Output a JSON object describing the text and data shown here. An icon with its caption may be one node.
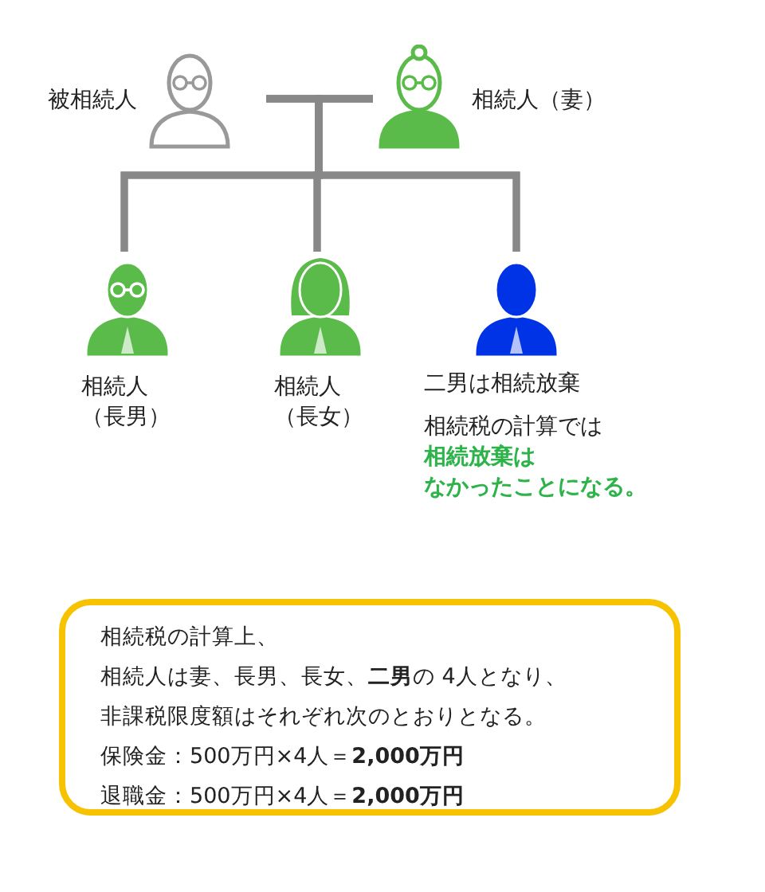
{
  "diagram": {
    "nodes": [
      {
        "text": [
          "被相続人"
        ]
      },
      {
        "text": [
          "相続人（妻）"
        ]
      },
      {
        "text": [
          "相続人（長男）"
        ]
      },
      {
        "text": [
          "相続人（長女）"
        ]
      },
      {
        "text": [
          "二男は相続放棄",
          "相続税の計算では",
          "相続放棄は",
          "なかったことになる。"
        ]
      },
      {
        "text": [
          "相続税の計算上、",
          "相続人は妻、長男、長女、**二男**の 4人となり、",
          "非課税限度額はそれぞれ次のとおりとなる。",
          "保険金：500万円×4人＝**2,000万円**",
          "退職金：500万円×4人＝**2,000万円**"
        ]
      }
    ],
    "edges": [
      {
        "from": 0,
        "to": 1,
        "arrow": "none"
      },
      {
        "from": 0,
        "to": 2,
        "arrow": "none"
      },
      {
        "from": 0,
        "to": 3,
        "arrow": "none"
      },
      {
        "from": 0,
        "to": 4,
        "arrow": "none"
      },
      {
        "from": 1,
        "to": 2,
        "arrow": "none"
      },
      {
        "from": 1,
        "to": 3,
        "arrow": "none"
      },
      {
        "from": 1,
        "to": 4,
        "arrow": "none"
      }
    ]
  }
}
